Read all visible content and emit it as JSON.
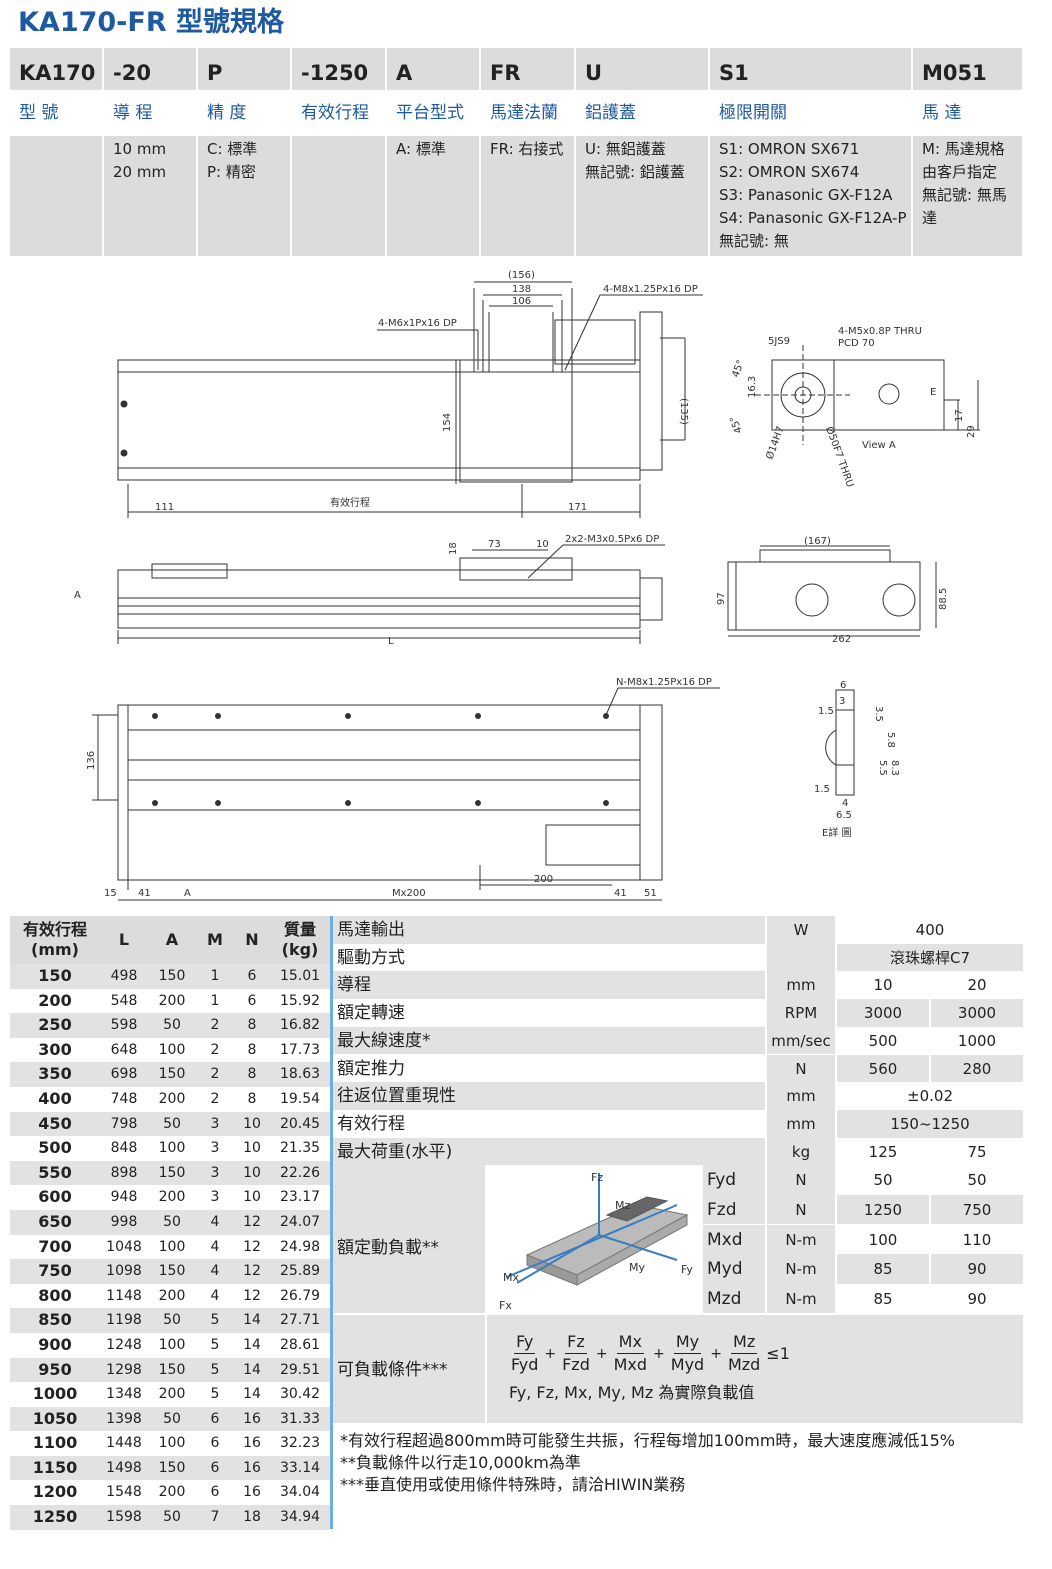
{
  "title": "KA170-FR 型號規格",
  "model": [
    {
      "code": "KA170",
      "label": "型 號",
      "options": []
    },
    {
      "code": "-20",
      "label": "導 程",
      "options": [
        "10 mm",
        "20 mm"
      ]
    },
    {
      "code": "P",
      "label": "精 度",
      "options": [
        "C: 標準",
        "P: 精密"
      ]
    },
    {
      "code": "-1250",
      "label": "有效行程",
      "options": []
    },
    {
      "code": "A",
      "label": "平台型式",
      "options": [
        "A: 標準"
      ]
    },
    {
      "code": "FR",
      "label": "馬達法蘭",
      "options": [
        "FR: 右接式"
      ]
    },
    {
      "code": "U",
      "label": "鋁護蓋",
      "options": [
        "U: 無鋁護蓋",
        "無記號: 鋁護蓋"
      ]
    },
    {
      "code": "S1",
      "label": "極限開關",
      "options": [
        "S1: OMRON SX671",
        "S2: OMRON SX674",
        "S3: Panasonic GX-F12A",
        "S4: Panasonic GX-F12A-P",
        "無記號: 無"
      ]
    },
    {
      "code": "M051",
      "label": "馬 達",
      "options": [
        "M: 馬達規格",
        "由客戶指定",
        "無記號: 無馬",
        "達"
      ]
    }
  ],
  "drawing": {
    "top_dims": [
      "(156)",
      "138",
      "106",
      "4-M8x1.25Px16 DP",
      "4-M6x1Px16 DP",
      "154",
      "(135)",
      "111",
      "有效行程",
      "171"
    ],
    "view_a": [
      "5JS9",
      "4-M5x0.8P THRU",
      "PCD 70",
      "45°",
      "16.3",
      "45°",
      "Ø14H7",
      "Ø50F7 THRU",
      "View A",
      "E",
      "17",
      "29"
    ],
    "side_dims": [
      "18",
      "73",
      "10",
      "2x2-M3x0.5Px6 DP",
      "A",
      "L"
    ],
    "end_dims": [
      "(167)",
      "97",
      "88.5",
      "262"
    ],
    "bottom_dims": [
      "N-M8x1.25Px16 DP",
      "136",
      "15",
      "41",
      "A",
      "Mx200",
      "200",
      "41",
      "51"
    ],
    "detail_e": [
      "6",
      "3",
      "1.5",
      "3.5",
      "5.8",
      "5.5",
      "8.3",
      "1.5",
      "4",
      "6.5",
      "E詳 圖"
    ]
  },
  "stroke_table": {
    "headers": [
      "有效行程\n(mm)",
      "L",
      "A",
      "M",
      "N",
      "質量\n(kg)"
    ],
    "rows": [
      [
        "150",
        "498",
        "150",
        "1",
        "6",
        "15.01"
      ],
      [
        "200",
        "548",
        "200",
        "1",
        "6",
        "15.92"
      ],
      [
        "250",
        "598",
        "50",
        "2",
        "8",
        "16.82"
      ],
      [
        "300",
        "648",
        "100",
        "2",
        "8",
        "17.73"
      ],
      [
        "350",
        "698",
        "150",
        "2",
        "8",
        "18.63"
      ],
      [
        "400",
        "748",
        "200",
        "2",
        "8",
        "19.54"
      ],
      [
        "450",
        "798",
        "50",
        "3",
        "10",
        "20.45"
      ],
      [
        "500",
        "848",
        "100",
        "3",
        "10",
        "21.35"
      ],
      [
        "550",
        "898",
        "150",
        "3",
        "10",
        "22.26"
      ],
      [
        "600",
        "948",
        "200",
        "3",
        "10",
        "23.17"
      ],
      [
        "650",
        "998",
        "50",
        "4",
        "12",
        "24.07"
      ],
      [
        "700",
        "1048",
        "100",
        "4",
        "12",
        "24.98"
      ],
      [
        "750",
        "1098",
        "150",
        "4",
        "12",
        "25.89"
      ],
      [
        "800",
        "1148",
        "200",
        "4",
        "12",
        "26.79"
      ],
      [
        "850",
        "1198",
        "50",
        "5",
        "14",
        "27.71"
      ],
      [
        "900",
        "1248",
        "100",
        "5",
        "14",
        "28.61"
      ],
      [
        "950",
        "1298",
        "150",
        "5",
        "14",
        "29.51"
      ],
      [
        "1000",
        "1348",
        "200",
        "5",
        "14",
        "30.42"
      ],
      [
        "1050",
        "1398",
        "50",
        "6",
        "16",
        "31.33"
      ],
      [
        "1100",
        "1448",
        "100",
        "6",
        "16",
        "32.23"
      ],
      [
        "1150",
        "1498",
        "150",
        "6",
        "16",
        "33.14"
      ],
      [
        "1200",
        "1548",
        "200",
        "6",
        "16",
        "34.04"
      ],
      [
        "1250",
        "1598",
        "50",
        "7",
        "18",
        "34.94"
      ]
    ]
  },
  "spec": {
    "rows": [
      {
        "label": "馬達輸出",
        "unit": "W",
        "wide": "400"
      },
      {
        "label": "驅動方式",
        "unit": "",
        "wide": "滾珠螺桿C7"
      },
      {
        "label": "導程",
        "unit": "mm",
        "v1": "10",
        "v2": "20"
      },
      {
        "label": "額定轉速",
        "unit": "RPM",
        "v1": "3000",
        "v2": "3000"
      },
      {
        "label": "最大線速度*",
        "unit": "mm/sec",
        "v1": "500",
        "v2": "1000"
      },
      {
        "label": "額定推力",
        "unit": "N",
        "v1": "560",
        "v2": "280"
      },
      {
        "label": "往返位置重現性",
        "unit": "mm",
        "wide": "±0.02"
      },
      {
        "label": "有效行程",
        "unit": "mm",
        "wide": "150~1250"
      },
      {
        "label": "最大荷重(水平)",
        "unit": "kg",
        "v1": "125",
        "v2": "75"
      }
    ],
    "dyn_label": "額定動負載**",
    "dyn_rows": [
      {
        "name": "Fyd",
        "unit": "N",
        "v1": "50",
        "v2": "50"
      },
      {
        "name": "Fzd",
        "unit": "N",
        "v1": "1250",
        "v2": "750"
      },
      {
        "name": "Mxd",
        "unit": "N-m",
        "v1": "100",
        "v2": "110"
      },
      {
        "name": "Myd",
        "unit": "N-m",
        "v1": "85",
        "v2": "90"
      },
      {
        "name": "Mzd",
        "unit": "N-m",
        "v1": "85",
        "v2": "90"
      }
    ],
    "axes": [
      "Fz",
      "Mz",
      "Mx",
      "My",
      "Fy",
      "Fx"
    ],
    "cond_label": "可負載條件***",
    "formula_num": [
      "Fy",
      "Fz",
      "Mx",
      "My",
      "Mz"
    ],
    "formula_den": [
      "Fyd",
      "Fzd",
      "Mxd",
      "Myd",
      "Mzd"
    ],
    "formula_tail": "≤1",
    "formula_note": "Fy, Fz, Mx, My, Mz 為實際負載值"
  },
  "notes": [
    "*有效行程超過800mm時可能發生共振，行程每增加100mm時，最大速度應減低15%",
    "**負載條件以行走10,000km為準",
    "***垂直使用或使用條件特殊時，請洽HIWIN業務"
  ],
  "colors": {
    "title": "#1f5aa0",
    "band": "#dcdcdc",
    "divider": "#6aaee3"
  }
}
